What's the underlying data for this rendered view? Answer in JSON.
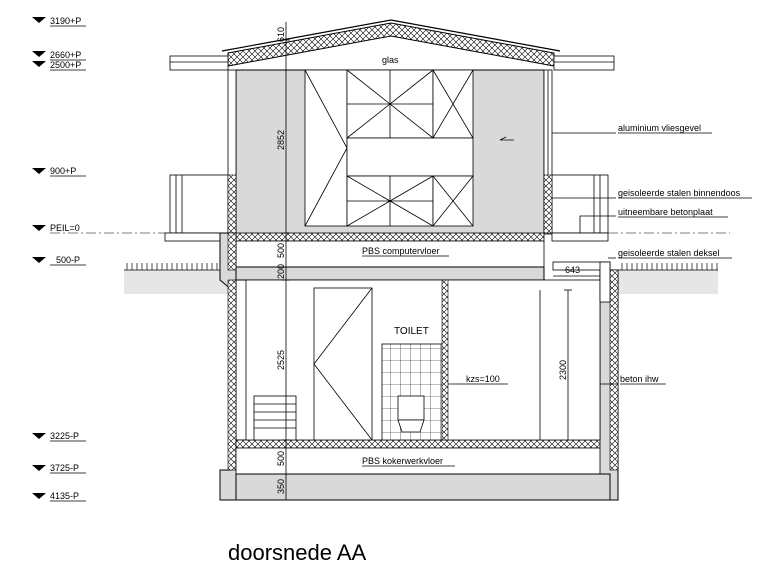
{
  "levels": [
    {
      "label": "3190+P"
    },
    {
      "label": "2660+P"
    },
    {
      "label": "2500+P"
    },
    {
      "label": "900+P"
    },
    {
      "label": "PEIL=0"
    },
    {
      "label": "500-P"
    },
    {
      "label": "3225-P"
    },
    {
      "label": "3725-P"
    },
    {
      "label": "4135-P"
    }
  ],
  "dimensions": {
    "roof": "610",
    "upper_height": "2852",
    "floor_top": "500",
    "slab": "200",
    "lower_height": "2525",
    "floor_bottom": "500",
    "base": "350",
    "cabinet": "643",
    "right_height": "2300"
  },
  "labels": {
    "glas": "glas",
    "aluminium": "aluminium vliesgevel",
    "binnendoos": "geisoleerde stalen binnendoos",
    "betonplaat": "uitneembare betonplaat",
    "deksel": "geisoleerde stalen deksel",
    "beton": "beton ihw",
    "computervloer": "PBS computervloer",
    "kokerwerkvloer": "PBS kokerwerkvloer",
    "toilet": "TOILET",
    "kzs": "kzs=100"
  },
  "title": "doorsnede AA"
}
